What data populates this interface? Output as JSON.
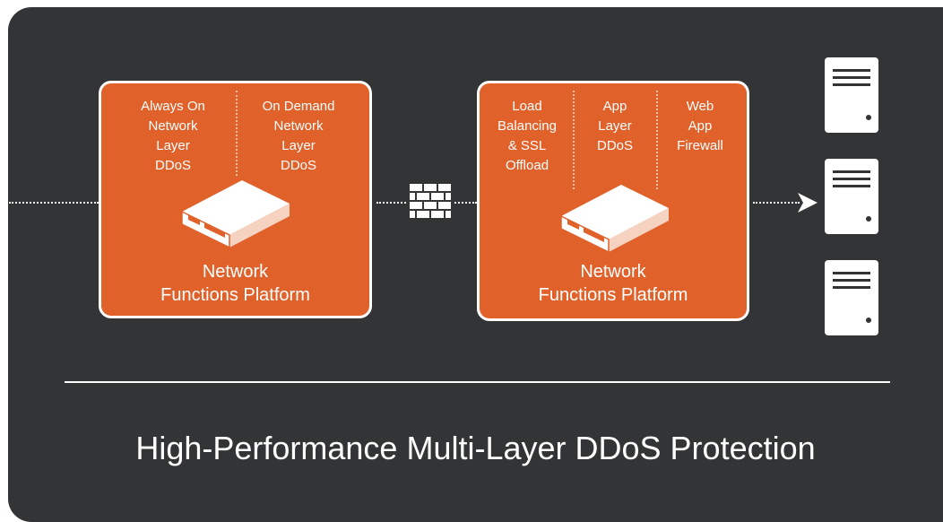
{
  "left_platform": {
    "features": [
      {
        "lines": [
          "Always On",
          "Network",
          "Layer",
          "DDoS"
        ]
      },
      {
        "lines": [
          "On Demand",
          "Network",
          "Layer",
          "DDoS"
        ]
      }
    ],
    "title_lines": [
      "Network",
      "Functions Platform"
    ]
  },
  "right_platform": {
    "features": [
      {
        "lines": [
          "Load",
          "Balancing",
          "& SSL",
          "Offload"
        ]
      },
      {
        "lines": [
          "App",
          "Layer",
          "DDoS"
        ]
      },
      {
        "lines": [
          "Web",
          "App",
          "Firewall"
        ]
      }
    ],
    "title_lines": [
      "Network",
      "Functions Platform"
    ]
  },
  "caption": "High-Performance Multi-Layer DDoS Protection",
  "icons": {
    "appliance": "network-appliance-icon",
    "firewall": "firewall-brick-icon",
    "server": "server-icon",
    "arrow": "arrow-right-icon"
  },
  "colors": {
    "background": "#333435",
    "platform": "#e0612a",
    "foreground": "#ffffff"
  }
}
